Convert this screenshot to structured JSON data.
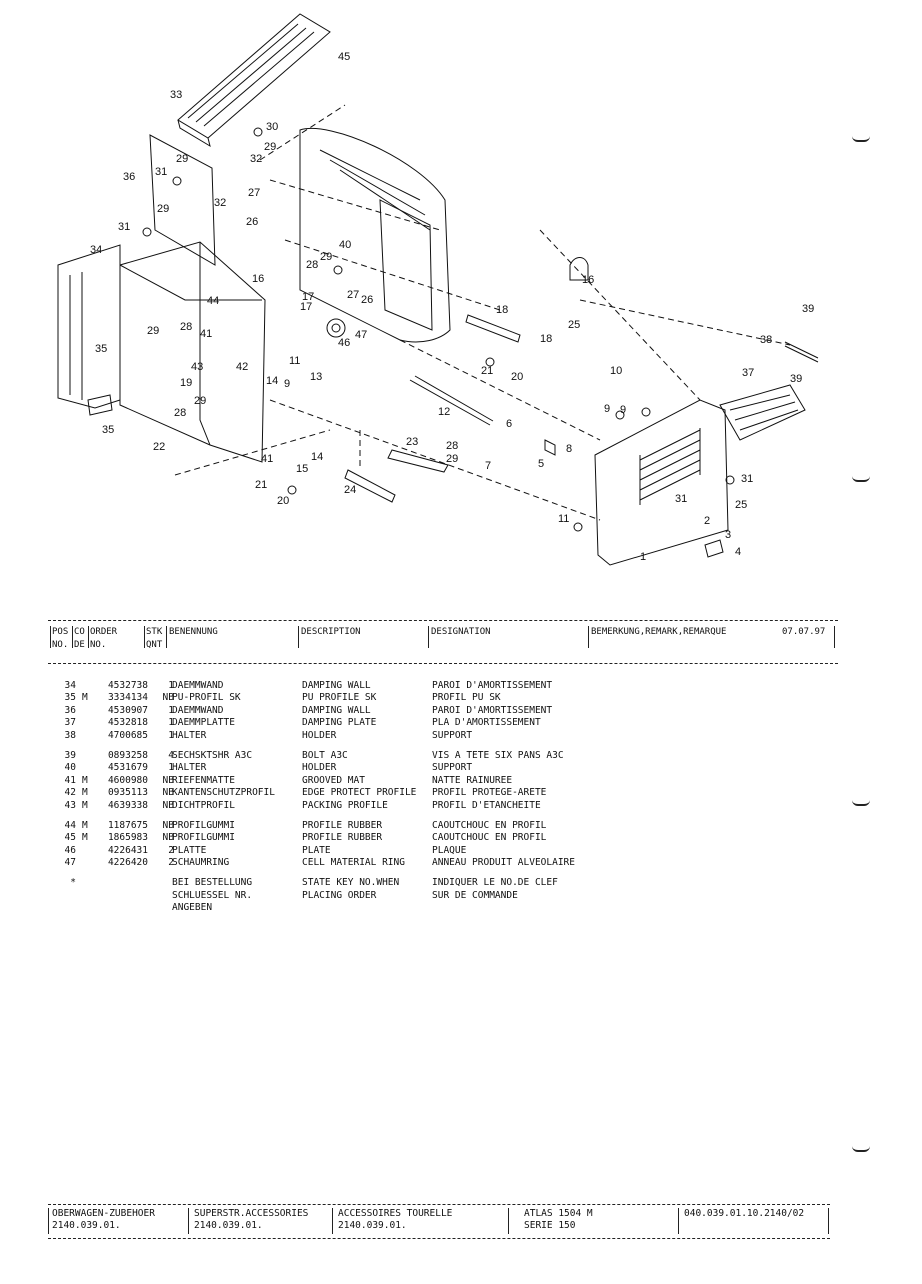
{
  "drawing": {
    "callouts": [
      "45",
      "33",
      "30",
      "29",
      "32",
      "36",
      "31",
      "29",
      "27",
      "32",
      "26",
      "29",
      "31",
      "34",
      "40",
      "29",
      "28",
      "27",
      "16",
      "17",
      "26",
      "16",
      "18",
      "25",
      "18",
      "17",
      "44",
      "35",
      "29",
      "28",
      "41",
      "47",
      "46",
      "43",
      "42",
      "19",
      "11",
      "13",
      "14",
      "9",
      "21",
      "20",
      "39",
      "38",
      "37",
      "39",
      "29",
      "28",
      "12",
      "10",
      "9",
      "9",
      "6",
      "22",
      "35",
      "23",
      "28",
      "29",
      "8",
      "41",
      "15",
      "14",
      "5",
      "7",
      "21",
      "24",
      "20",
      "31",
      "25",
      "11",
      "31",
      "2",
      "3",
      "1",
      "4"
    ]
  },
  "header": {
    "pos": "POS\nNO.",
    "co": "CO\nDE",
    "order": "ORDER\nNO.",
    "qty": "STK\nQNT",
    "german": "BENENNUNG",
    "english": "DESCRIPTION",
    "french": "DESIGNATION",
    "remark": "BEMERKUNG,REMARK,REMARQUE",
    "date": "07.07.97"
  },
  "groups": [
    [
      {
        "pos": "34",
        "mark": "",
        "order": "4532738",
        "qty": "1",
        "de": "DAEMMWAND",
        "en": "DAMPING WALL",
        "fr": "PAROI D'AMORTISSEMENT"
      },
      {
        "pos": "35",
        "mark": "M",
        "order": "3334134",
        "qty": "NB",
        "de": "PU-PROFIL SK",
        "en": "PU PROFILE SK",
        "fr": "PROFIL PU SK"
      },
      {
        "pos": "36",
        "mark": "",
        "order": "4530907",
        "qty": "1",
        "de": "DAEMMWAND",
        "en": "DAMPING WALL",
        "fr": "PAROI D'AMORTISSEMENT"
      },
      {
        "pos": "37",
        "mark": "",
        "order": "4532818",
        "qty": "1",
        "de": "DAEMMPLATTE",
        "en": "DAMPING PLATE",
        "fr": "PLA D'AMORTISSEMENT"
      },
      {
        "pos": "38",
        "mark": "",
        "order": "4700685",
        "qty": "1",
        "de": "HALTER",
        "en": "HOLDER",
        "fr": "SUPPORT"
      }
    ],
    [
      {
        "pos": "39",
        "mark": "",
        "order": "0893258",
        "qty": "4",
        "de": "SECHSKTSHR A3C",
        "en": "BOLT A3C",
        "fr": "VIS A TETE SIX PANS A3C"
      },
      {
        "pos": "40",
        "mark": "",
        "order": "4531679",
        "qty": "1",
        "de": "HALTER",
        "en": "HOLDER",
        "fr": "SUPPORT"
      },
      {
        "pos": "41",
        "mark": "M",
        "order": "4600980",
        "qty": "NB",
        "de": "RIEFENMATTE",
        "en": "GROOVED MAT",
        "fr": "NATTE RAINUREE"
      },
      {
        "pos": "42",
        "mark": "M",
        "order": "0935113",
        "qty": "NB",
        "de": "KANTENSCHUTZPROFIL",
        "en": "EDGE PROTECT PROFILE",
        "fr": "PROFIL PROTEGE-ARETE"
      },
      {
        "pos": "43",
        "mark": "M",
        "order": "4639338",
        "qty": "NB",
        "de": "DICHTPROFIL",
        "en": "PACKING PROFILE",
        "fr": "PROFIL D'ETANCHEITE"
      }
    ],
    [
      {
        "pos": "44",
        "mark": "M",
        "order": "1187675",
        "qty": "NB",
        "de": "PROFILGUMMI",
        "en": "PROFILE RUBBER",
        "fr": "CAOUTCHOUC EN PROFIL"
      },
      {
        "pos": "45",
        "mark": "M",
        "order": "1865983",
        "qty": "NB",
        "de": "PROFILGUMMI",
        "en": "PROFILE RUBBER",
        "fr": "CAOUTCHOUC EN PROFIL"
      },
      {
        "pos": "46",
        "mark": "",
        "order": "4226431",
        "qty": "2",
        "de": "PLATTE",
        "en": "PLATE",
        "fr": "PLAQUE"
      },
      {
        "pos": "47",
        "mark": "",
        "order": "4226420",
        "qty": "2",
        "de": "SCHAUMRING",
        "en": "CELL MATERIAL RING",
        "fr": "ANNEAU PRODUIT ALVEOLAIRE"
      }
    ]
  ],
  "note": {
    "star": "*",
    "de": [
      "BEI BESTELLUNG",
      "SCHLUESSEL NR.",
      "ANGEBEN"
    ],
    "en": [
      "STATE KEY NO.WHEN",
      "PLACING ORDER"
    ],
    "fr": [
      "INDIQUER LE NO.DE CLEF",
      "SUR DE COMMANDE"
    ]
  },
  "footer": {
    "de": "OBERWAGEN-ZUBEHOER\n2140.039.01.",
    "en": "SUPERSTR.ACCESSORIES\n2140.039.01.",
    "fr": "ACCESSOIRES TOURELLE\n2140.039.01.",
    "model": "ATLAS 1504 M\nSERIE 150",
    "docno": "040.039.01.10.2140/02"
  }
}
